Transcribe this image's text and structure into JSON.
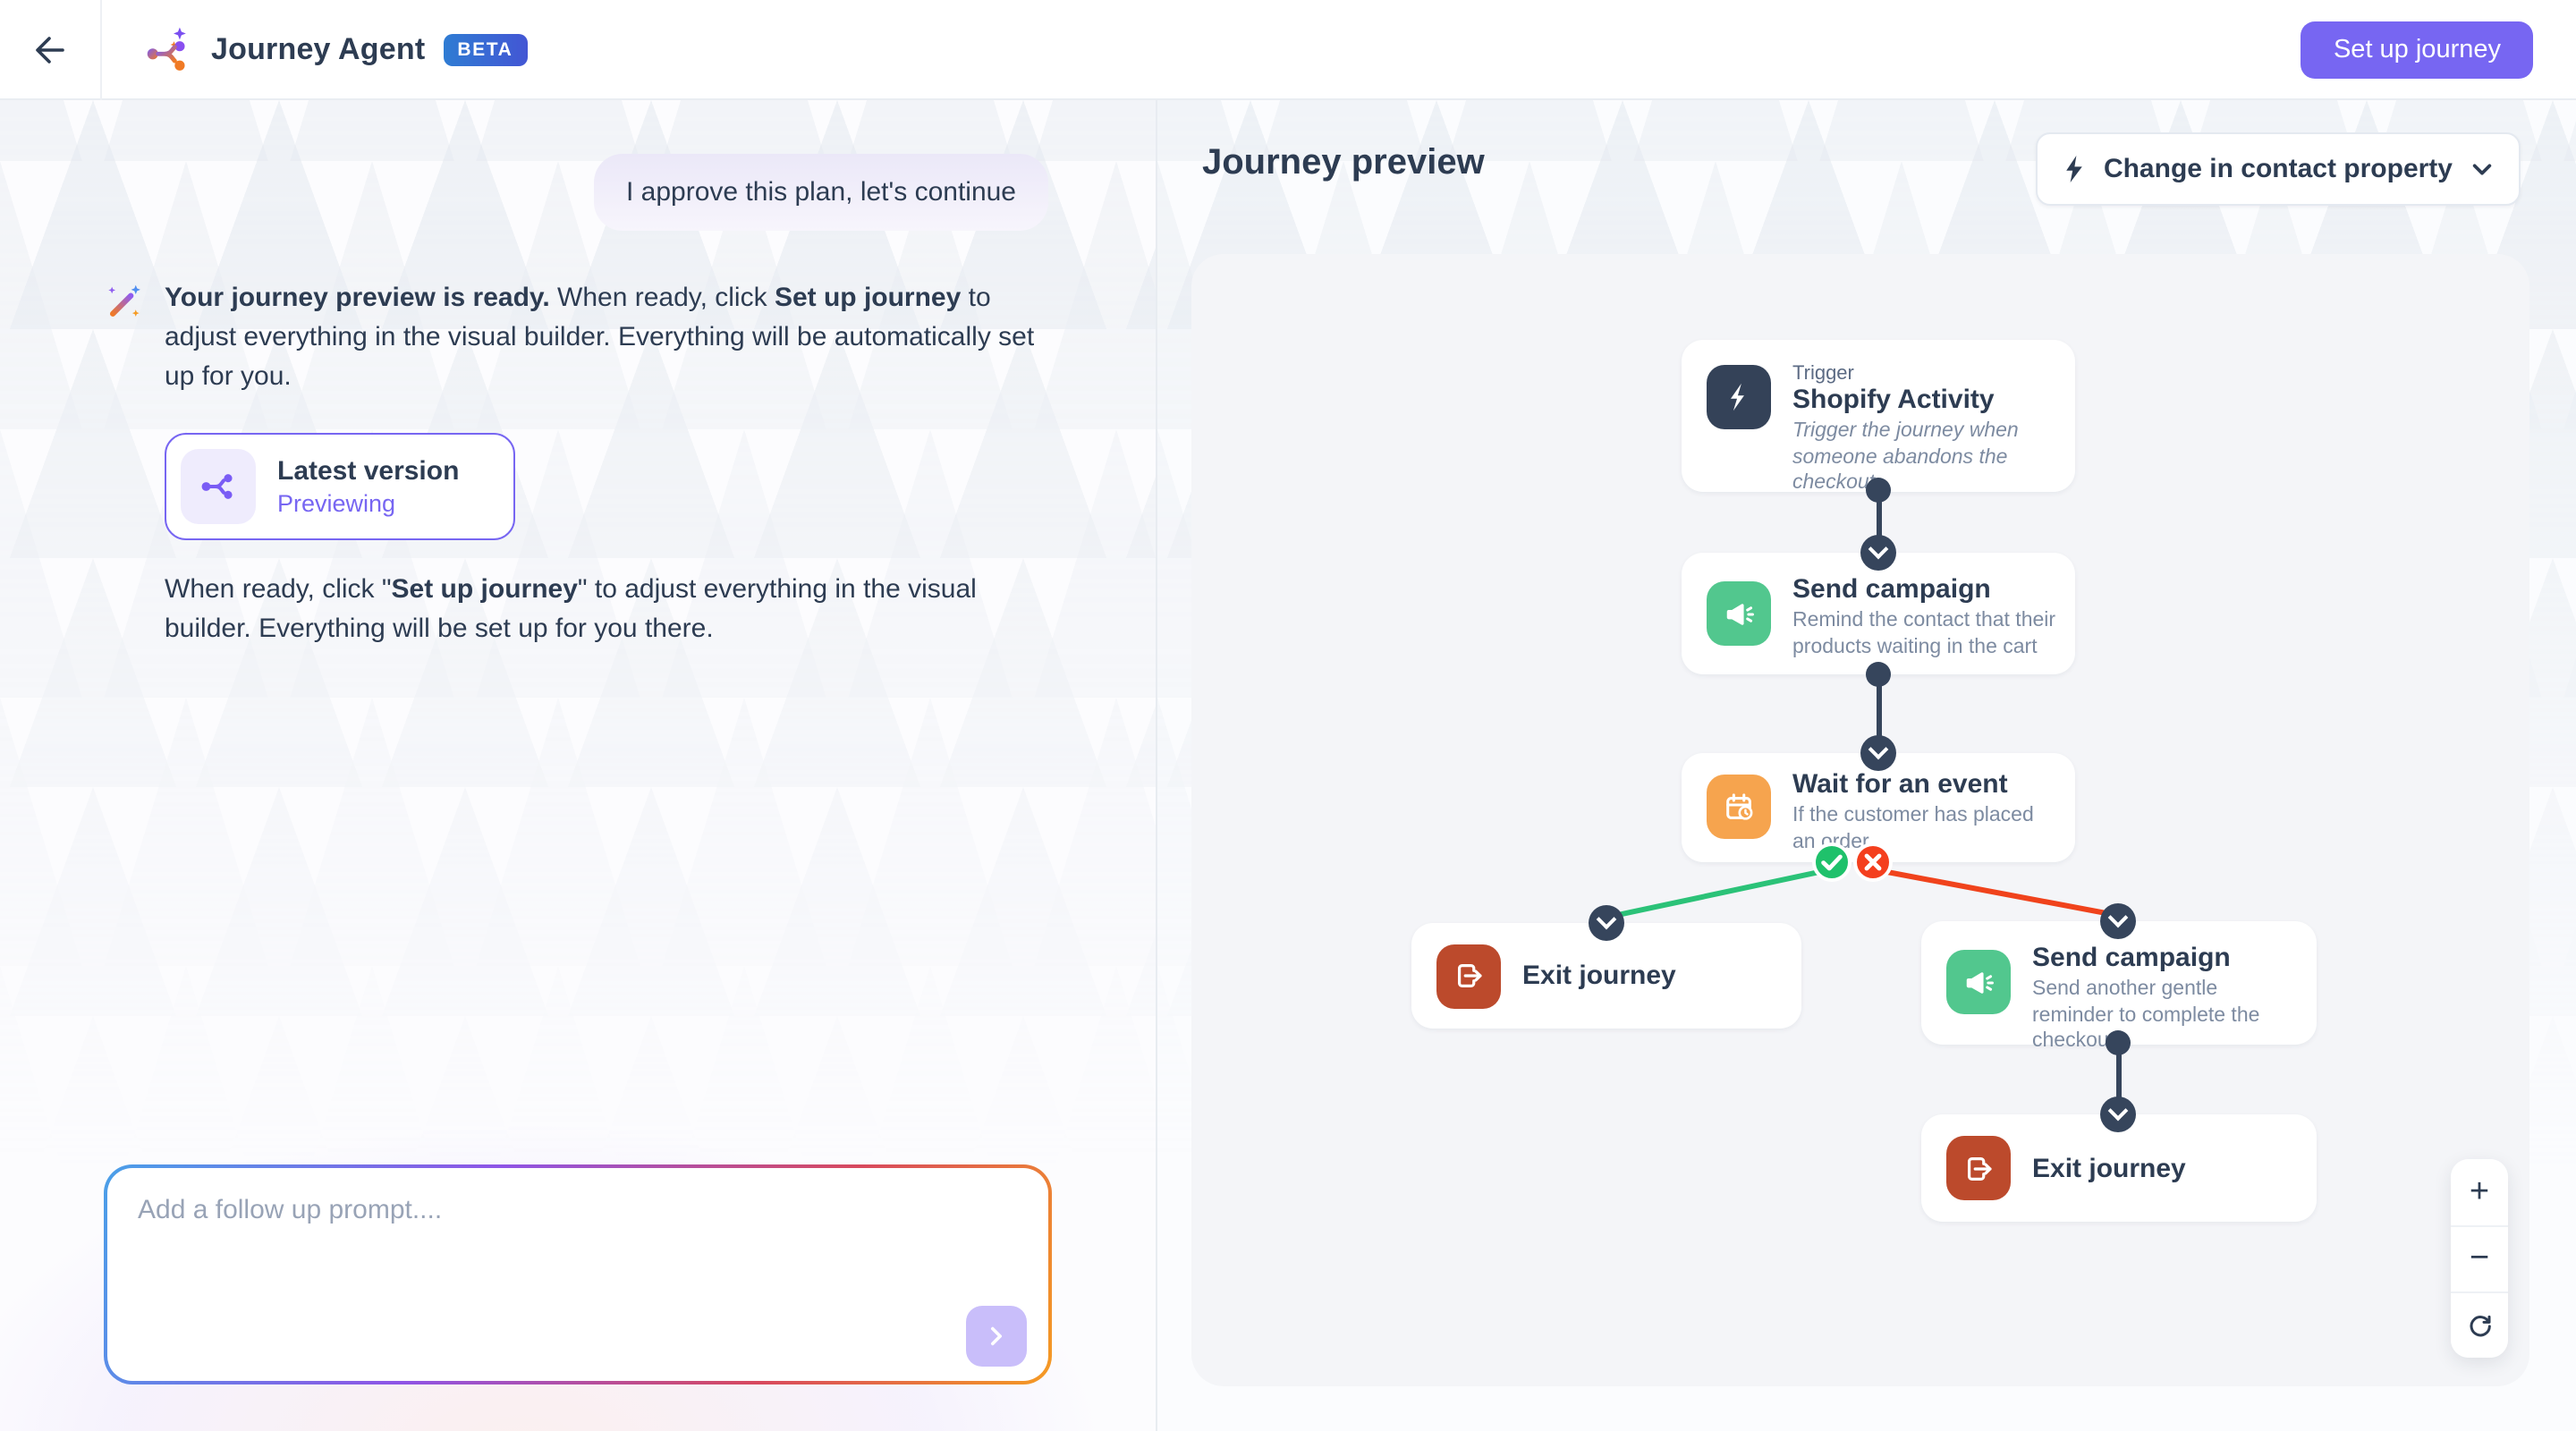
{
  "header": {
    "app_title": "Journey Agent",
    "beta_badge": "BETA",
    "setup_button_label": "Set up journey"
  },
  "chat": {
    "user_message": "I approve this plan, let's continue",
    "assistant_message": {
      "bold_intro": "Your journey preview is ready.",
      "mid": " When ready, click ",
      "bold_action": "Set up journey",
      "rest": " to adjust everything in the visual builder. Everything will be automatically set up for you."
    },
    "version_card": {
      "title": "Latest version",
      "status": "Previewing"
    },
    "followup_note": {
      "part1": "When ready, click \"",
      "bold_action": "Set up journey",
      "part2": "\" to adjust everything in the visual builder. Everything will be set up for you there."
    },
    "input": {
      "placeholder": "Add a follow up prompt...."
    }
  },
  "preview": {
    "title": "Journey preview",
    "property_filter": {
      "label": "Change in contact property"
    },
    "flow": {
      "trigger": {
        "kicker": "Trigger",
        "title": "Shopify Activity",
        "description": "Trigger the journey when someone abandons the checkout"
      },
      "send_campaign_1": {
        "title": "Send campaign",
        "description": "Remind the contact that their products waiting in the cart"
      },
      "wait_event": {
        "title": "Wait for an event",
        "description": "If the customer has placed an order"
      },
      "exit_left": {
        "title": "Exit journey"
      },
      "send_campaign_2": {
        "title": "Send campaign",
        "description": "Send another gentle reminder to complete the checkout"
      },
      "exit_bottom": {
        "title": "Exit journey"
      }
    },
    "zoom_controls": {
      "zoom_in": "+",
      "zoom_out": "−"
    }
  },
  "colors": {
    "accent_purple": "#7766f2",
    "navy": "#344258",
    "campaign_green": "#52c78e",
    "wait_orange": "#f6a44e",
    "exit_rust": "#bc4a2c",
    "branch_yes_green": "#1fc16b",
    "branch_no_red": "#f43f1e",
    "edge_green": "#2bc278",
    "edge_red": "#f0431c"
  }
}
